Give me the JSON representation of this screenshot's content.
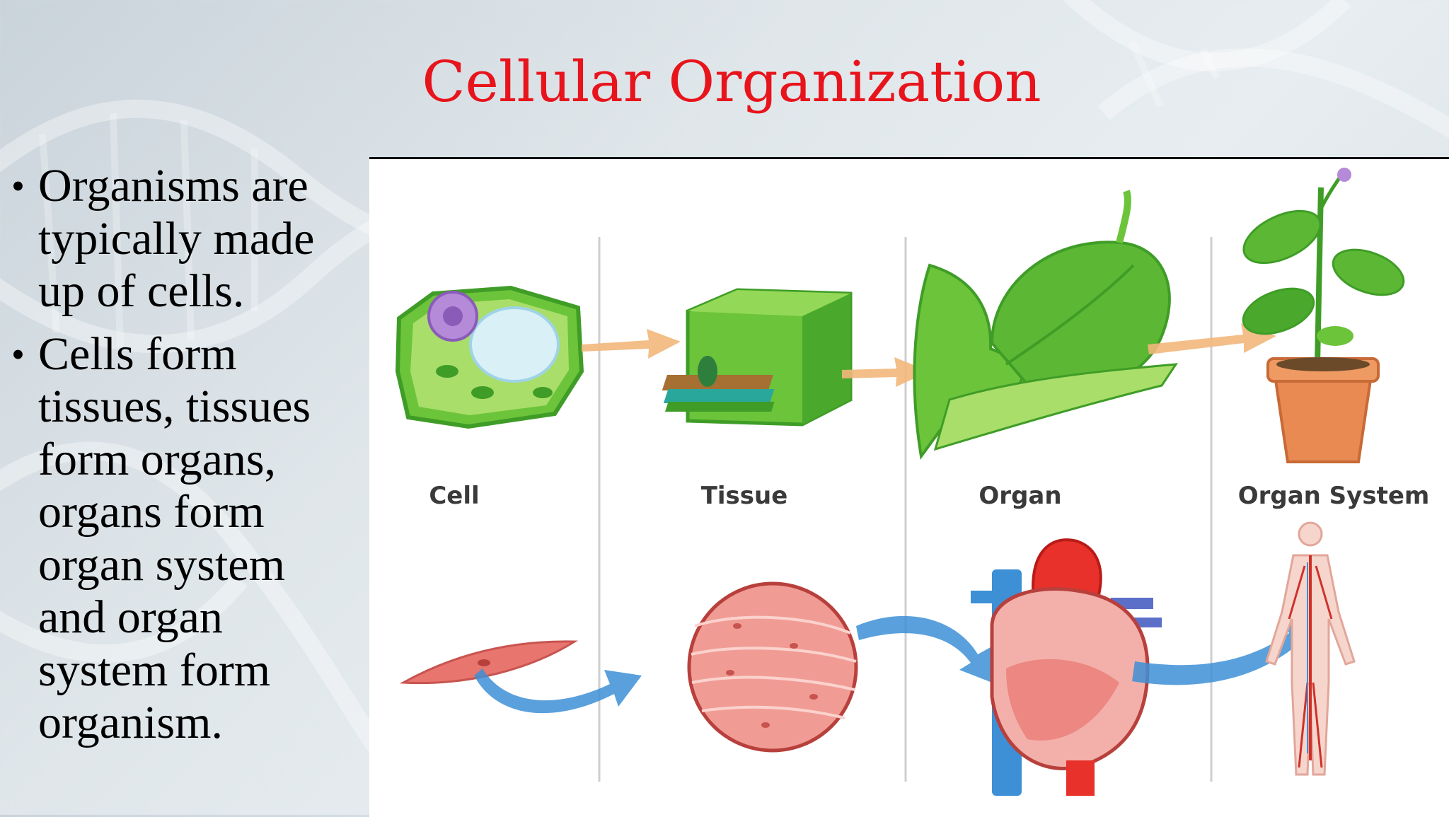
{
  "title": "Cellular Organization",
  "bullets": [
    "Organisms are typically made up of cells.",
    "Cells form tissues, tissues form organs, organs form organ system and organ system form organism."
  ],
  "diagram": {
    "stage_labels": [
      "Cell",
      "Tissue",
      "Organ",
      "Organ System"
    ],
    "colors": {
      "title": "#e8141c",
      "plant_green": "#6cc43a",
      "plant_dark": "#3f9d27",
      "muscle_red": "#e8766f",
      "arrow_orange": "#f2b77a",
      "arrow_blue": "#3d8fd6"
    }
  }
}
